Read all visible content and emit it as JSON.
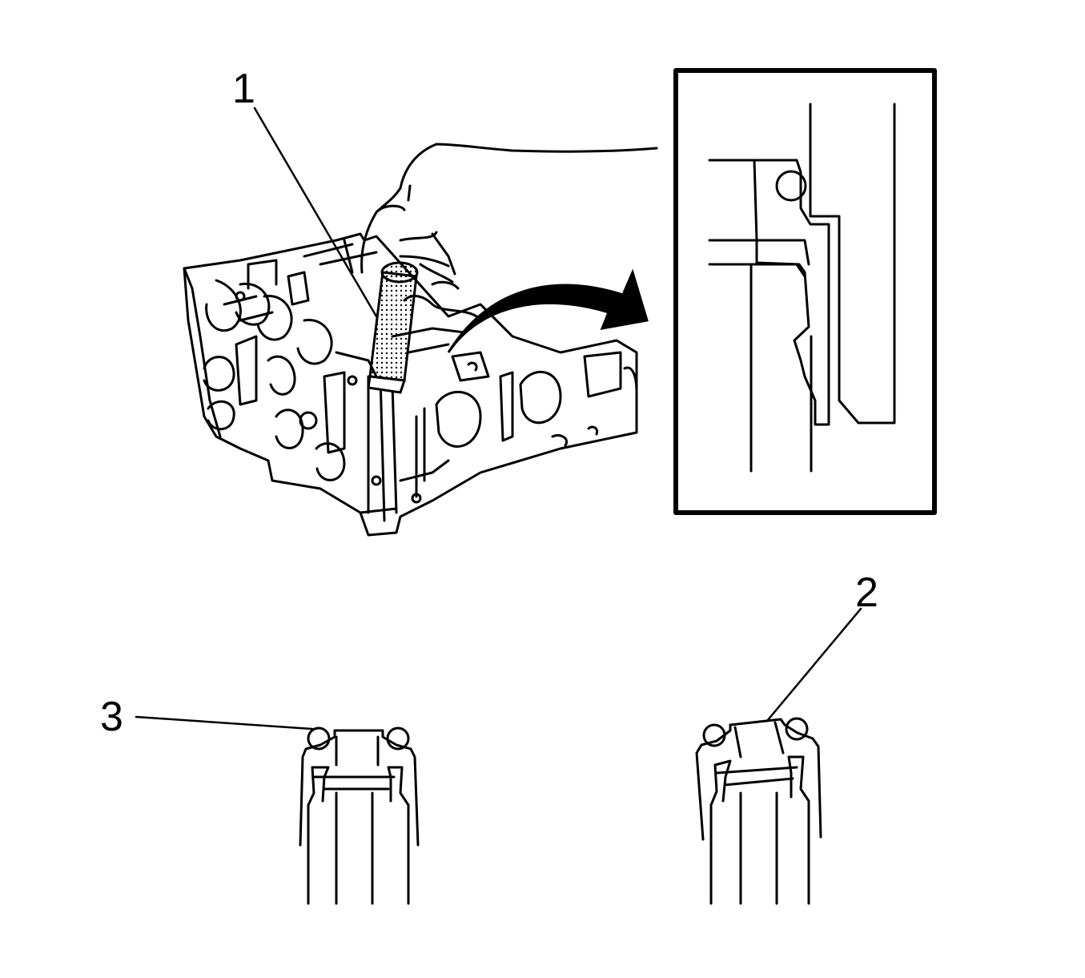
{
  "figure": {
    "callouts": [
      {
        "number": "1"
      },
      {
        "number": "2"
      },
      {
        "number": "3"
      }
    ],
    "colors": {
      "ink": "#000000",
      "paper": "#ffffff"
    },
    "icons": [
      "installation-arrow-icon",
      "valve-stem-seal-icon",
      "seal-installer-tool-icon"
    ]
  }
}
